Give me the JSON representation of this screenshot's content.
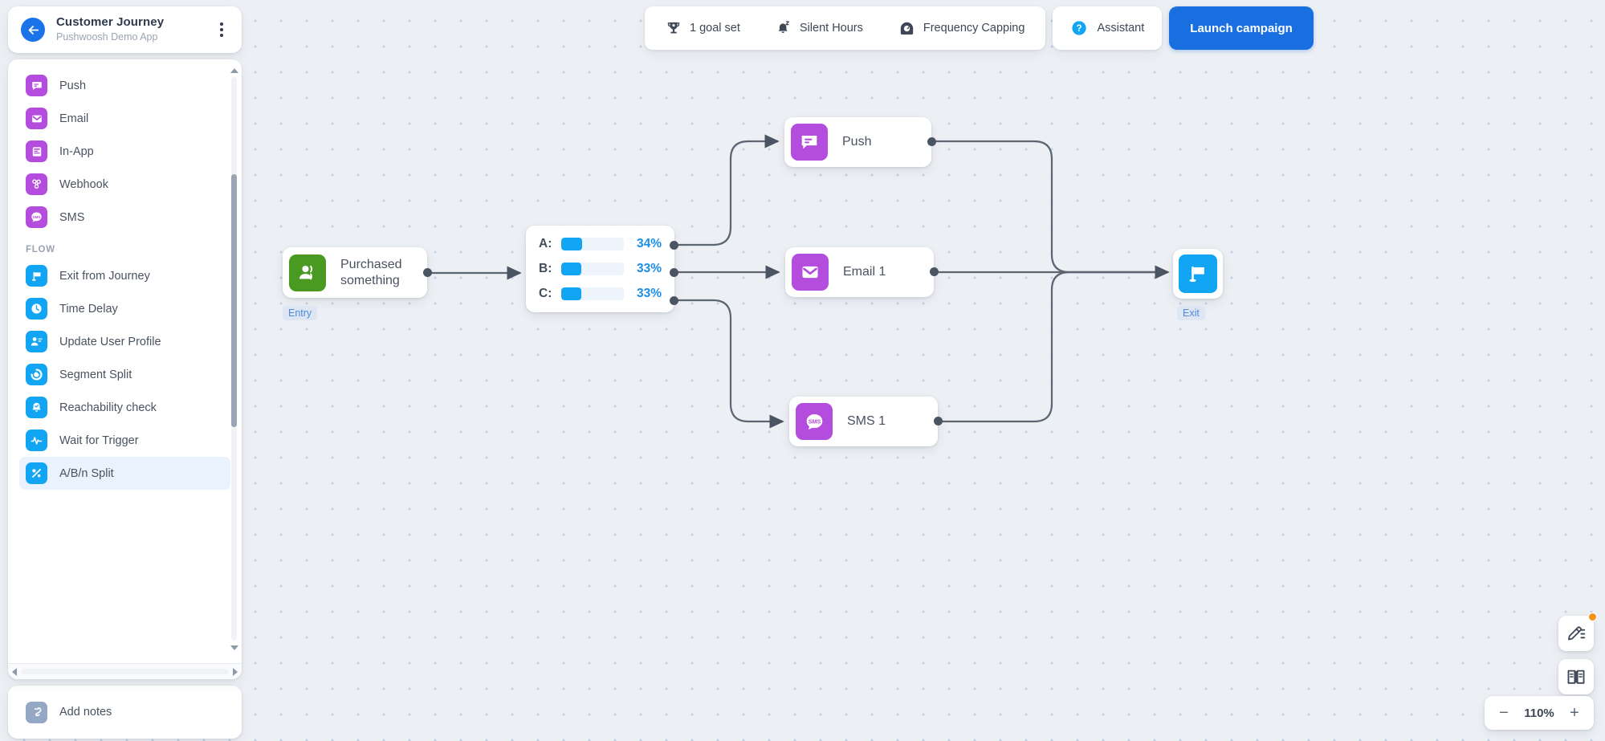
{
  "header": {
    "title": "Customer Journey",
    "subtitle": "Pushwoosh Demo App",
    "back_icon": "arrow-left-icon",
    "menu_icon": "kebab-menu-icon"
  },
  "toolbar": {
    "goal": {
      "label": "1 goal set",
      "icon": "trophy-icon"
    },
    "silent_hours": {
      "label": "Silent Hours",
      "icon": "bell-sleep-icon"
    },
    "frequency_capping": {
      "label": "Frequency Capping",
      "icon": "speedometer-icon"
    },
    "assistant": {
      "label": "Assistant",
      "icon": "question-circle-icon"
    },
    "launch": {
      "label": "Launch campaign"
    }
  },
  "sidebar": {
    "channels": [
      {
        "label": "Push",
        "icon": "push-message-icon",
        "color": "purple"
      },
      {
        "label": "Email",
        "icon": "envelope-icon",
        "color": "purple"
      },
      {
        "label": "In-App",
        "icon": "in-app-icon",
        "color": "purple"
      },
      {
        "label": "Webhook",
        "icon": "webhook-icon",
        "color": "purple"
      },
      {
        "label": "SMS",
        "icon": "sms-bubble-icon",
        "color": "purple"
      }
    ],
    "flow_section_label": "FLOW",
    "flow": [
      {
        "label": "Exit from Journey",
        "icon": "flag-icon",
        "color": "blue",
        "selected": false
      },
      {
        "label": "Time Delay",
        "icon": "clock-icon",
        "color": "blue",
        "selected": false
      },
      {
        "label": "Update User Profile",
        "icon": "user-edit-icon",
        "color": "blue",
        "selected": false
      },
      {
        "label": "Segment Split",
        "icon": "segment-split-icon",
        "color": "blue",
        "selected": false
      },
      {
        "label": "Reachability check",
        "icon": "bell-check-icon",
        "color": "blue",
        "selected": false
      },
      {
        "label": "Wait for Trigger",
        "icon": "pulse-icon",
        "color": "blue",
        "selected": false
      },
      {
        "label": "A/B/n Split",
        "icon": "percent-icon",
        "color": "blue",
        "selected": true
      }
    ],
    "notes": {
      "label": "Add notes",
      "icon": "notes-pencil-icon",
      "color": "steel"
    }
  },
  "canvas": {
    "nodes": {
      "entry": {
        "label": "Purchased\nsomething",
        "line1": "Purchased",
        "line2": "something",
        "tag": "Entry",
        "icon": "audience-icon"
      },
      "push": {
        "label": "Push",
        "icon": "push-message-icon"
      },
      "email": {
        "label": "Email 1",
        "icon": "envelope-icon"
      },
      "sms": {
        "label": "SMS 1",
        "icon": "sms-bubble-icon"
      },
      "exit": {
        "tag": "Exit",
        "icon": "flag-icon"
      }
    },
    "split": {
      "branches": [
        {
          "key": "A:",
          "percent": "34%",
          "value": 34
        },
        {
          "key": "B:",
          "percent": "33%",
          "value": 33
        },
        {
          "key": "C:",
          "percent": "33%",
          "value": 33
        }
      ]
    }
  },
  "controls": {
    "notes_fab_icon": "pencil-list-icon",
    "guide_fab_icon": "book-icon",
    "zoom_out": "−",
    "zoom_in": "+",
    "zoom_level": "110%"
  },
  "colors": {
    "accent_blue": "#1a6fe8",
    "channel_purple": "#b44ddd",
    "flow_blue": "#12a5f4",
    "entry_green": "#4a9a21",
    "canvas_bg": "#eceff3"
  }
}
